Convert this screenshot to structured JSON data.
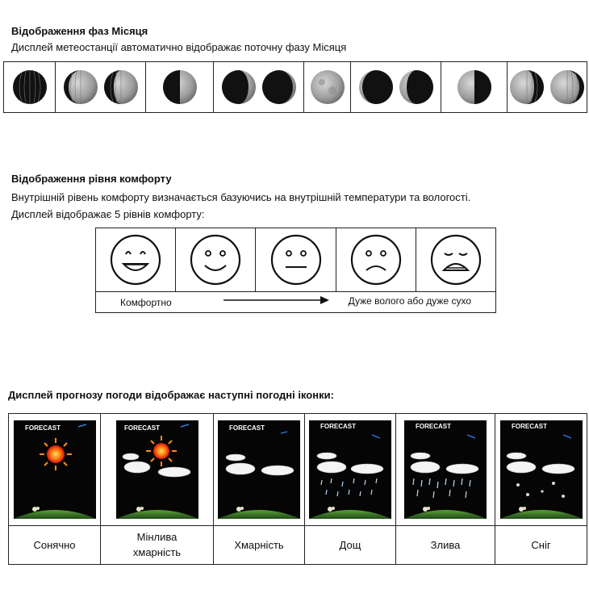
{
  "moon_section": {
    "title": "Відображення фаз Місяця",
    "description": "Дисплей метеостанції автоматично відображає поточну фазу Місяця",
    "groups": [
      {
        "phases": [
          "new"
        ]
      },
      {
        "phases": [
          "waxing-crescent",
          "waxing-crescent-2"
        ]
      },
      {
        "phases": [
          "first-quarter"
        ]
      },
      {
        "phases": [
          "waxing-gibbous",
          "waxing-gibbous-2"
        ]
      },
      {
        "phases": [
          "full"
        ]
      },
      {
        "phases": [
          "waning-gibbous",
          "waning-gibbous-2"
        ]
      },
      {
        "phases": [
          "last-quarter"
        ]
      },
      {
        "phases": [
          "waning-crescent",
          "waning-crescent-2"
        ]
      }
    ]
  },
  "comfort_section": {
    "title": "Відображення рівня комфорту",
    "description_1": "Внутрішній рівень комфорту визначається базуючись на внутрішній температури та вологості.",
    "description_2": "Дисплей відображає 5 рівнів комфорту:",
    "faces": [
      "very-happy-face-icon",
      "smile-face-icon",
      "neutral-face-icon",
      "sad-face-icon",
      "very-sad-face-icon"
    ],
    "scale_left": "Комфортно",
    "scale_right": "Дуже волого або дуже сухо"
  },
  "forecast_section": {
    "title": "Дисплей прогнозу погоди відображає наступні погодні іконки:",
    "icon_banner": "FORECAST",
    "items": [
      {
        "icon": "sunny-icon",
        "label": "Сонячно"
      },
      {
        "icon": "partly-cloudy-icon",
        "label_line1": "Мінлива",
        "label_line2": "хмарність"
      },
      {
        "icon": "cloudy-icon",
        "label": "Хмарність"
      },
      {
        "icon": "rain-icon",
        "label": "Дощ"
      },
      {
        "icon": "heavy-rain-icon",
        "label": "Злива"
      },
      {
        "icon": "snow-icon",
        "label": "Сніг"
      }
    ]
  }
}
